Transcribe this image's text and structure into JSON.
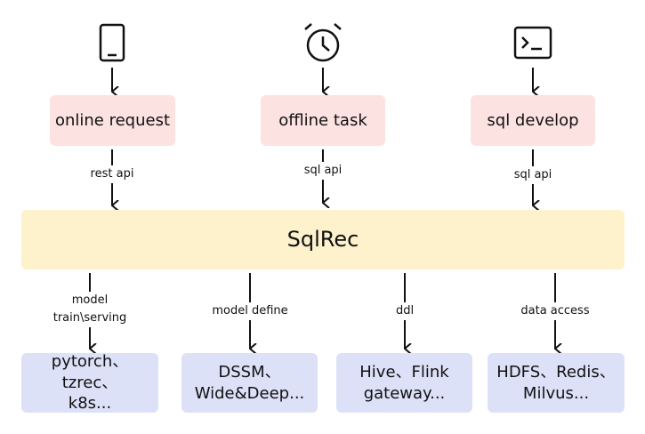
{
  "top_nodes": [
    {
      "label": "online request",
      "icon": "smartphone-icon",
      "edge_label": "rest api"
    },
    {
      "label": "offline task",
      "icon": "alarm-clock-icon",
      "edge_label": "sql api"
    },
    {
      "label": "sql develop",
      "icon": "terminal-icon",
      "edge_label": "sql api"
    }
  ],
  "center_node": {
    "label": "SqlRec"
  },
  "bottom_edges": [
    {
      "line1": "model",
      "line2": "train\\serving"
    },
    {
      "line1": "model define"
    },
    {
      "line1": "ddl"
    },
    {
      "line1": "data access"
    }
  ],
  "bottom_nodes": [
    {
      "line1": "pytorch、tzrec、",
      "line2": "k8s..."
    },
    {
      "line1": "DSSM、",
      "line2": "Wide&Deep..."
    },
    {
      "line1": "Hive、Flink",
      "line2": "gateway..."
    },
    {
      "line1": "HDFS、Redis、",
      "line2": "Milvus..."
    }
  ],
  "colors": {
    "top_box": "#fde2e2",
    "center_box": "#fdf2cc",
    "bottom_box": "#dde1f8"
  }
}
